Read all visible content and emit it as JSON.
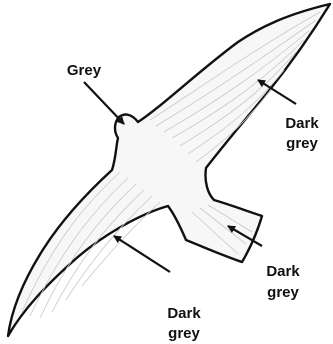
{
  "colors": {
    "outline": "#111111",
    "body_fill": "#f7f7f7",
    "feather_line": "#c8c8c8",
    "label": "#111111"
  },
  "labels": {
    "head": "Grey",
    "right_wing": [
      "Dark",
      "grey"
    ],
    "tail": [
      "Dark",
      "grey"
    ],
    "left_wing": [
      "Dark",
      "grey"
    ]
  }
}
